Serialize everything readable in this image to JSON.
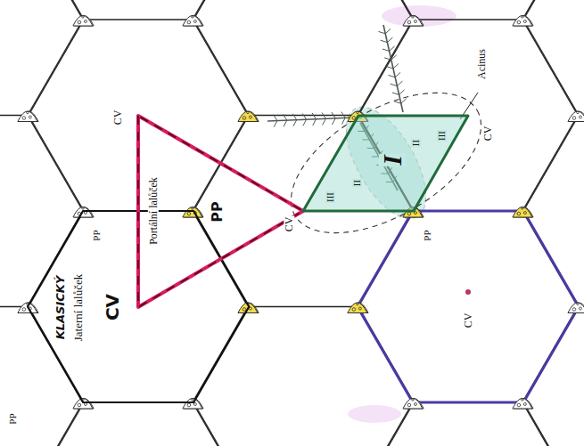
{
  "diagram": {
    "nodes": [
      {
        "text": [
          "KLASICKÝ",
          "Jaterní lalůček",
          "CV"
        ]
      },
      {
        "text": [
          "Portální lalůček",
          "PP"
        ]
      },
      {
        "text": [
          "Acinus"
        ]
      }
    ],
    "labels": [
      "CV",
      "CV",
      "CV",
      "CV",
      "PP",
      "PP",
      "PP",
      "I",
      "II",
      "II",
      "III",
      "III"
    ]
  }
}
